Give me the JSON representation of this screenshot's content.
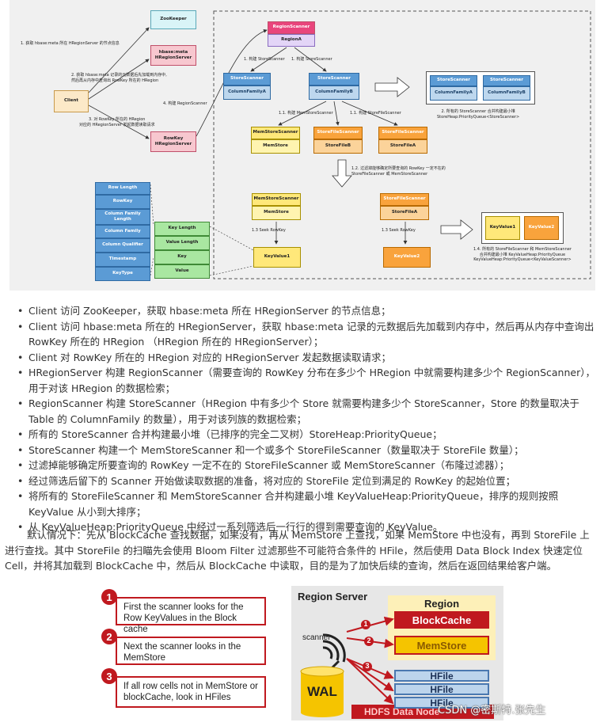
{
  "top_diagram": {
    "zookeeper": "ZooKeeper",
    "hbase_meta": [
      "hbase:meta",
      "HRegionServer"
    ],
    "client": "Client",
    "rowkey_server": [
      "RowKey",
      "HRegionServer"
    ],
    "step1": "1. 获取 hbase:meta 所在 HRegionServer 的节点信息",
    "step2": [
      "2. 获取 hbase:meta 记录的元数据后先加载到内存中,",
      "然后再从内存中查询出 RowKey 所在的 HRegion"
    ],
    "step3": [
      "3. 对 RowKey 所在的 HRegion",
      "对应的 HRegionServer 发起数据读取请求"
    ],
    "step4": "4. 构建 RegionScanner",
    "region_scanner": "RegionScanner",
    "region_a": "RegionA",
    "build_store_scanner": "1. 构建 StoreScanner",
    "store_scanner": "StoreScanner",
    "column_family_a": "ColumnFamilyA",
    "column_family_b": "ColumnFamilyB",
    "heap_note": [
      "2. 所有的 StoreScanner 合并构建最小堆",
      "StoreHeap:PriorityQueue<StoreScanner>"
    ],
    "build_memstore_scanner": "1.1. 构建 MemStoreScanner",
    "build_storefile_scanner": "1.1. 构建 StoreFileScanner",
    "memstore_scanner": "MemStoreScanner",
    "memstore": "MemStore",
    "storefile_scanner": "StoreFileScanner",
    "storefile_b": "StoreFileB",
    "storefile_a": "StoreFileA",
    "filter_note": [
      "1.2. 过滤掉能够确定所要查询的 RowKey 一定不在的",
      "StoreFileScanner 或 MemStoreScanner"
    ],
    "seek_rowkey": "1.3 Seek RowKey",
    "keyvalue1": "KeyValue1",
    "keyvalue2": "KeyValue2",
    "kv_heap_note": [
      "1.4. 所有的 StoreFileScanner 和 MemStoreScanner",
      "合并构建最小堆 KeyValueHeap:PriorityQueue",
      "KeyValueHeap:PriorityQueue<KeyValueScanner>"
    ],
    "kv_fields": [
      "Row Length",
      "RowKey",
      "Column Family Length",
      "Column Family",
      "Column Qualifier",
      "Timestamp",
      "KeyType"
    ],
    "kv_parts": [
      "Key Length",
      "Value Length",
      "Key",
      "Value"
    ]
  },
  "bullets": [
    "Client 访问 ZooKeeper，获取 hbase:meta 所在 HRegionServer 的节点信息；",
    "Client 访问 hbase:meta 所在的 HRegionServer，获取 hbase:meta 记录的元数据后先加载到内存中，然后再从内存中查询出 RowKey 所在的 HRegion （HRegion 所在的 HRegionServer）；",
    "Client 对 RowKey 所在的 HRegion 对应的 HRegionServer 发起数据读取请求；",
    "HRegionServer 构建 RegionScanner（需要查询的 RowKey 分布在多少个 HRegion 中就需要构建多少个 RegionScanner），用于对该 HRegion 的数据检索；",
    "RegionScanner 构建 StoreScanner（HRegion 中有多少个 Store 就需要构建多少个 StoreScanner，Store 的数量取决于 Table 的 ColumnFamily 的数量），用于对该列族的数据检索；",
    "所有的 StoreScanner 合并构建最小堆（已排序的完全二叉树）StoreHeap:PriorityQueue；",
    "StoreScanner 构建一个 MemStoreScanner 和一个或多个 StoreFileScanner（数量取决于 StoreFile 数量）；",
    "过滤掉能够确定所要查询的 RowKey 一定不在的 StoreFileScanner 或 MemStoreScanner（布隆过滤器）；",
    "经过筛选后留下的 Scanner 开始做读取数据的准备，将对应的 StoreFile 定位到满足的 RowKey 的起始位置；",
    "将所有的 StoreFileScanner 和 MemStoreScanner 合并构建最小堆 KeyValueHeap:PriorityQueue，排序的规则按照 KeyValue 从小到大排序；",
    "从 KeyValueHeap:PriorityQueue 中经过一系列筛选后一行行的得到需要查询的 KeyValue。"
  ],
  "paragraph": "默认情况下：先从 BlockCache 查找数据，如果没有，再从 MemStore 上查找，如果 MemStore 中也没有，再到 StoreFile 上进行查找。其中 StoreFile 的扫瞄先会使用 Bloom Filter 过滤那些不可能符合条件的 HFile，然后使用 Data Block Index 快速定位 Cell，并将其加载到 BlockCache 中，然后从 BlockCache 中读取，目的是为了加快后续的查询，然后在返回结果给客户端。",
  "bottom_diagram": {
    "steps": [
      {
        "num": "1",
        "text": "First the scanner looks for the Row KeyValues in the Block cache"
      },
      {
        "num": "2",
        "text": "Next the scanner looks in the MemStore"
      },
      {
        "num": "3",
        "text": "If all row cells not in MemStore or blockCache, look in HFiles"
      }
    ],
    "region_server": "Region Server",
    "region": "Region",
    "block_cache": "BlockCache",
    "memstore": "MemStore",
    "scanner": "scanner",
    "wal": "WAL",
    "hfiles": [
      "HFile",
      "HFile",
      "HFile"
    ],
    "hdfs": "HDFS Data Node",
    "arrow_nums": [
      "1",
      "2",
      "3"
    ]
  },
  "watermark": "CSDN @密斯特.张先生",
  "colors": {
    "accent_red": "#c0191f",
    "blue": "#5b9bd5",
    "yellow": "#ffe87a",
    "orange": "#f9a33c",
    "green": "#a9e7a1"
  }
}
